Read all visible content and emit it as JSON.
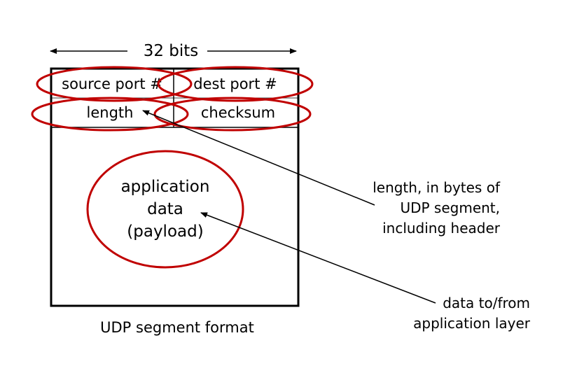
{
  "width_label": "32 bits",
  "header": {
    "source_port": "source port #",
    "dest_port": "dest port #",
    "length": "length",
    "checksum": "checksum"
  },
  "payload": {
    "line1": "application",
    "line2": "data",
    "line3": "(payload)"
  },
  "annotations": {
    "length_note": {
      "line1": "length, in bytes of",
      "line2": "UDP segment,",
      "line3": "including header"
    },
    "data_note": {
      "line1": "data to/from",
      "line2": "application layer"
    }
  },
  "caption": "UDP segment format",
  "colors": {
    "highlight_ellipse": "#c00000",
    "lines": "#000000",
    "background": "#ffffff"
  }
}
